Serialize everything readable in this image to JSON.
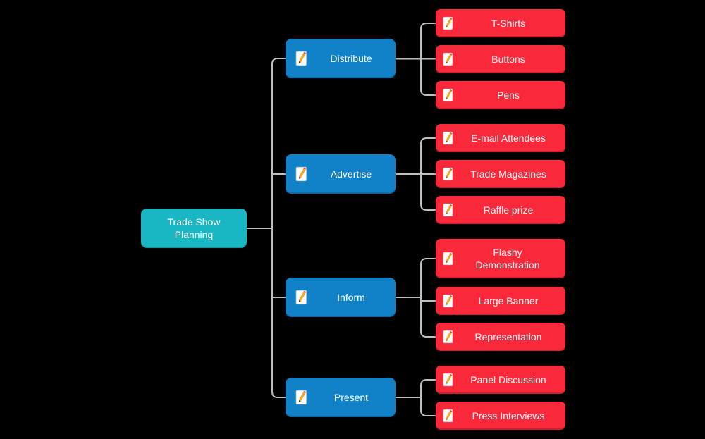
{
  "colors": {
    "background": "#000000",
    "root-fill": "#19B6C4",
    "branch-fill": "#1182C8",
    "leaf-fill": "#F9283A",
    "connector": "#BFBFBF",
    "text": "#FFFFFF"
  },
  "icons": {
    "node_icon": "note-pencil-icon"
  },
  "root": {
    "label": "Trade Show Planning"
  },
  "branches": [
    {
      "label": "Distribute",
      "children": [
        {
          "label": "T-Shirts"
        },
        {
          "label": "Buttons"
        },
        {
          "label": "Pens"
        }
      ]
    },
    {
      "label": "Advertise",
      "children": [
        {
          "label": "E-mail Attendees"
        },
        {
          "label": "Trade Magazines"
        },
        {
          "label": "Raffle prize"
        }
      ]
    },
    {
      "label": "Inform",
      "children": [
        {
          "label": "Flashy Demonstration"
        },
        {
          "label": "Large Banner"
        },
        {
          "label": "Representation"
        }
      ]
    },
    {
      "label": "Present",
      "children": [
        {
          "label": "Panel Discussion"
        },
        {
          "label": "Press Interviews"
        }
      ]
    }
  ]
}
